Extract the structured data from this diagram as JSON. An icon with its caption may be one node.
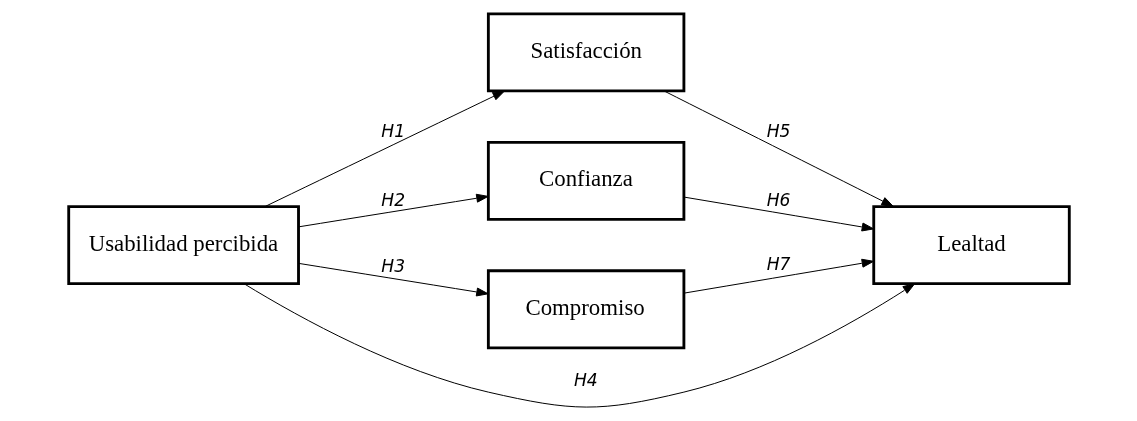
{
  "diagram": {
    "nodes": [
      {
        "text": [
          "Usabilidad percibida"
        ]
      },
      {
        "text": [
          "Satisfacción"
        ]
      },
      {
        "text": [
          "Confianza"
        ]
      },
      {
        "text": [
          "Compromiso"
        ]
      },
      {
        "text": [
          "Lealtad"
        ]
      }
    ],
    "edges": [
      {
        "from": 0,
        "to": 1,
        "arrow": "to",
        "label": "H1"
      },
      {
        "from": 0,
        "to": 2,
        "arrow": "to",
        "label": "H2"
      },
      {
        "from": 0,
        "to": 3,
        "arrow": "to",
        "label": "H3"
      },
      {
        "from": 0,
        "to": 4,
        "arrow": "to",
        "label": "H4"
      },
      {
        "from": 1,
        "to": 4,
        "arrow": "to",
        "label": "H5"
      },
      {
        "from": 2,
        "to": 4,
        "arrow": "to",
        "label": "H6"
      },
      {
        "from": 3,
        "to": 4,
        "arrow": "to",
        "label": "H7"
      }
    ]
  }
}
